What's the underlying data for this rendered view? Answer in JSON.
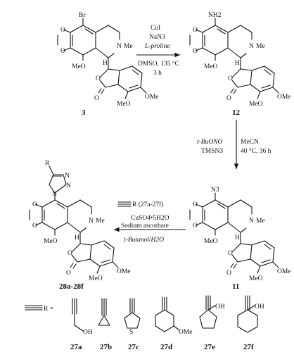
{
  "compounds": {
    "c3": {
      "label": "3",
      "substituent": "Br"
    },
    "c12": {
      "label": "12",
      "substituent": "NH2"
    },
    "c11": {
      "label": "11",
      "substituent": "N3"
    },
    "c28": {
      "label": "28a-28f",
      "substituent": "R"
    }
  },
  "atoms": {
    "o": "O",
    "n": "N",
    "me": "Me",
    "meo": "MeO",
    "ome": "OMe",
    "oh": "OH",
    "h": "H"
  },
  "reactions": {
    "step1": {
      "lines": [
        "CuI",
        "NaN3",
        "L-proline",
        "DMSO, 135 °C",
        "3 h"
      ]
    },
    "step2": {
      "left": [
        "t-BuONO",
        "TMSN3"
      ],
      "right": [
        "MeCN",
        "40 °C, 36 h"
      ]
    },
    "step3": {
      "alkyne": "R (27a-27f)",
      "lines": [
        "CuSO4•5H2O",
        "Sodium ascorbate",
        "t-Butanol/H2O"
      ]
    }
  },
  "alkynes": {
    "prefix": "R =",
    "labels": [
      "27a",
      "27b",
      "27c",
      "27d",
      "27e",
      "27f"
    ],
    "s_atom": "S"
  }
}
